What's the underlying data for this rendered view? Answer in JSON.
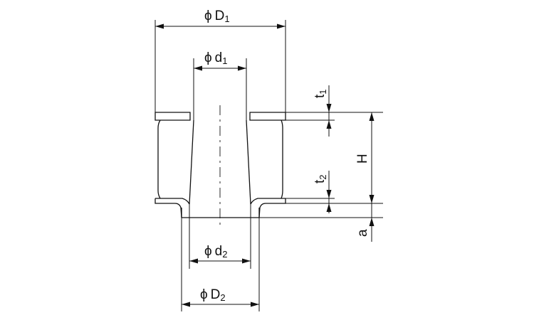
{
  "labels": {
    "D1": {
      "symbol": "ϕ",
      "letter": "D",
      "sub": "1"
    },
    "d1": {
      "symbol": "ϕ",
      "letter": "d",
      "sub": "1"
    },
    "d2": {
      "symbol": "ϕ",
      "letter": "d",
      "sub": "2"
    },
    "D2": {
      "symbol": "ϕ",
      "letter": "D",
      "sub": "2"
    },
    "t1": {
      "letter": "t",
      "sub": "1"
    },
    "t2": {
      "letter": "t",
      "sub": "2"
    },
    "H": {
      "letter": "H"
    },
    "a": {
      "letter": "a"
    }
  }
}
